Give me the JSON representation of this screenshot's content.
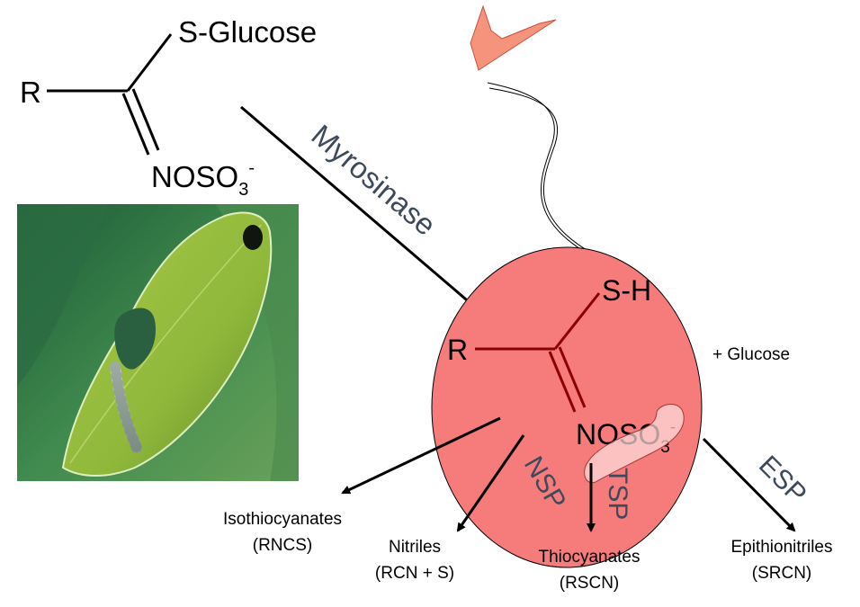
{
  "substrate": {
    "r": "R",
    "s_glucose": "S-Glucose",
    "noso3": "NOSO",
    "sub3": "3",
    "charge": "-"
  },
  "enzyme": {
    "myrosinase": "Myrosinase"
  },
  "intermediate": {
    "sh": "S-H",
    "r": "R",
    "noso3": "NOSO",
    "sub3": "3",
    "charge": "-",
    "plus_glucose": "+ Glucose",
    "fill_color": "#f67b7b"
  },
  "proteins": {
    "nsp": "NSP",
    "tsp": "TSP",
    "esp": "ESP"
  },
  "products": [
    {
      "name": "Isothiocyanates",
      "formula": "(RNCS)"
    },
    {
      "name": "Nitriles",
      "formula": "(RCN + S)"
    },
    {
      "name": "Thiocyanates",
      "formula": "(RSCN)"
    },
    {
      "name": "Epithionitriles",
      "formula": "(SRCN)"
    }
  ],
  "photo": {
    "subject": "caterpillar-on-leaf"
  },
  "colors": {
    "enzyme_label": "#3d4a5c",
    "bond": "#8b0000",
    "arrow_head": "#f5937d"
  }
}
